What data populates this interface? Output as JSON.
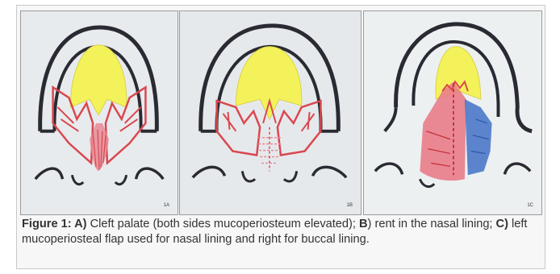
{
  "figure": {
    "panels": [
      {
        "id": "A",
        "tag": "1A"
      },
      {
        "id": "B",
        "tag": "1B"
      },
      {
        "id": "C",
        "tag": "1C"
      }
    ],
    "caption": {
      "lead": "Figure 1: A)",
      "part_a": " Cleft palate (both sides mucoperiosteum elevated); ",
      "b_label": "B",
      "part_b": ") rent in the nasal lining; ",
      "c_label": "C)",
      "part_c": " left mucoperiosteal flap used for nasal lining and right for buccal lining."
    }
  },
  "colors": {
    "outline": "#2a2a33",
    "palate": "#f4f25a",
    "flap_red": "#d9484e",
    "flap_pink": "#e88a94",
    "flap_blue": "#4a78c9"
  }
}
